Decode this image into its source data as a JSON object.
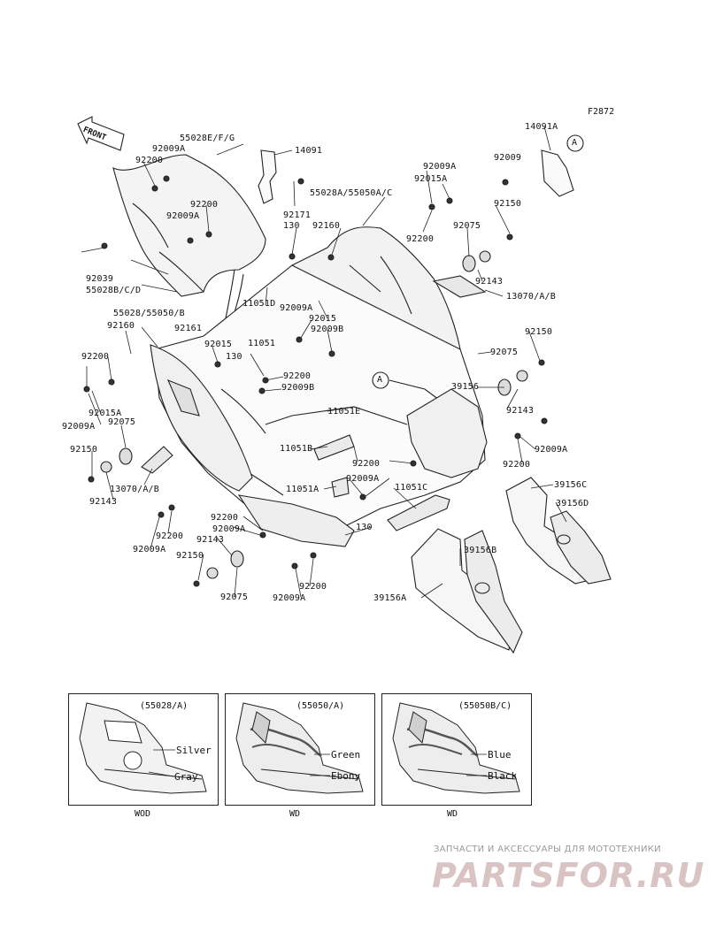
{
  "figure_code": "F2872",
  "front_label": "FRONT",
  "callout_a": "A",
  "part_labels": [
    {
      "id": "55028efg",
      "text": "55028E/F/G"
    },
    {
      "id": "14091",
      "text": "14091"
    },
    {
      "id": "14091a",
      "text": "14091A"
    },
    {
      "id": "92009a_1",
      "text": "92009A"
    },
    {
      "id": "92200_1",
      "text": "92200"
    },
    {
      "id": "92200_2",
      "text": "92200"
    },
    {
      "id": "92009a_2",
      "text": "92009A"
    },
    {
      "id": "92039",
      "text": "92039"
    },
    {
      "id": "55028bcd",
      "text": "55028B/C/D"
    },
    {
      "id": "92171",
      "text": "92171"
    },
    {
      "id": "130_1",
      "text": "130"
    },
    {
      "id": "92160_1",
      "text": "92160"
    },
    {
      "id": "55028a",
      "text": "55028A/55050A/C"
    },
    {
      "id": "92015a_1",
      "text": "92015A"
    },
    {
      "id": "92009a_3",
      "text": "92009A"
    },
    {
      "id": "92009_1",
      "text": "92009"
    },
    {
      "id": "92150_1",
      "text": "92150"
    },
    {
      "id": "92200_3",
      "text": "92200"
    },
    {
      "id": "92075_1",
      "text": "92075"
    },
    {
      "id": "92143_1",
      "text": "92143"
    },
    {
      "id": "13070ab_1",
      "text": "13070/A/B"
    },
    {
      "id": "11051d",
      "text": "11051D"
    },
    {
      "id": "55028_55050b",
      "text": "55028/55050/B"
    },
    {
      "id": "92009a_4",
      "text": "92009A"
    },
    {
      "id": "92160_2",
      "text": "92160"
    },
    {
      "id": "92161",
      "text": "92161"
    },
    {
      "id": "92015_1",
      "text": "92015"
    },
    {
      "id": "92009b_1",
      "text": "92009B"
    },
    {
      "id": "92015_2",
      "text": "92015"
    },
    {
      "id": "11051",
      "text": "11051"
    },
    {
      "id": "130_2",
      "text": "130"
    },
    {
      "id": "92200_4",
      "text": "92200"
    },
    {
      "id": "92009b_2",
      "text": "92009B"
    },
    {
      "id": "92200_5",
      "text": "92200"
    },
    {
      "id": "92015a_2",
      "text": "92015A"
    },
    {
      "id": "92009a_5",
      "text": "92009A"
    },
    {
      "id": "92075_2",
      "text": "92075"
    },
    {
      "id": "92150_2",
      "text": "92150"
    },
    {
      "id": "92143_2",
      "text": "92143"
    },
    {
      "id": "13070ab_2",
      "text": "13070/A/B"
    },
    {
      "id": "11051e",
      "text": "11051E"
    },
    {
      "id": "11051b",
      "text": "11051B"
    },
    {
      "id": "92200_6",
      "text": "92200"
    },
    {
      "id": "92009a_6",
      "text": "92009A"
    },
    {
      "id": "11051a",
      "text": "11051A"
    },
    {
      "id": "11051c",
      "text": "11051C"
    },
    {
      "id": "92150_3",
      "text": "92150"
    },
    {
      "id": "92075_3",
      "text": "92075"
    },
    {
      "id": "39156",
      "text": "39156"
    },
    {
      "id": "92143_3",
      "text": "92143"
    },
    {
      "id": "92009a_7",
      "text": "92009A"
    },
    {
      "id": "92200_7",
      "text": "92200"
    },
    {
      "id": "39156c",
      "text": "39156C"
    },
    {
      "id": "39156d",
      "text": "39156D"
    },
    {
      "id": "92200_8",
      "text": "92200"
    },
    {
      "id": "92009a_8",
      "text": "92009A"
    },
    {
      "id": "92200_9",
      "text": "92200"
    },
    {
      "id": "92009a_9",
      "text": "92009A"
    },
    {
      "id": "92143_4",
      "text": "92143"
    },
    {
      "id": "130_3",
      "text": "130"
    },
    {
      "id": "92150_4",
      "text": "92150"
    },
    {
      "id": "92075_4",
      "text": "92075"
    },
    {
      "id": "92200_10",
      "text": "92200"
    },
    {
      "id": "92009a_10",
      "text": "92009A"
    },
    {
      "id": "39156b",
      "text": "39156B"
    },
    {
      "id": "39156a",
      "text": "39156A"
    }
  ],
  "color_boxes": [
    {
      "title": "(55028/A)",
      "labels": [
        "Silver",
        "Gray"
      ],
      "footer": "WOD"
    },
    {
      "title": "(55050/A)",
      "labels": [
        "Green",
        "Ebony"
      ],
      "footer": "WD"
    },
    {
      "title": "(55050B/C)",
      "labels": [
        "Blue",
        "Black"
      ],
      "footer": "WD"
    }
  ],
  "watermark": {
    "line1": "ЗАПЧАСТИ И АКСЕССУАРЫ ДЛЯ МОТОТЕХНИКИ",
    "line2": "PARTSFOR.RU"
  }
}
